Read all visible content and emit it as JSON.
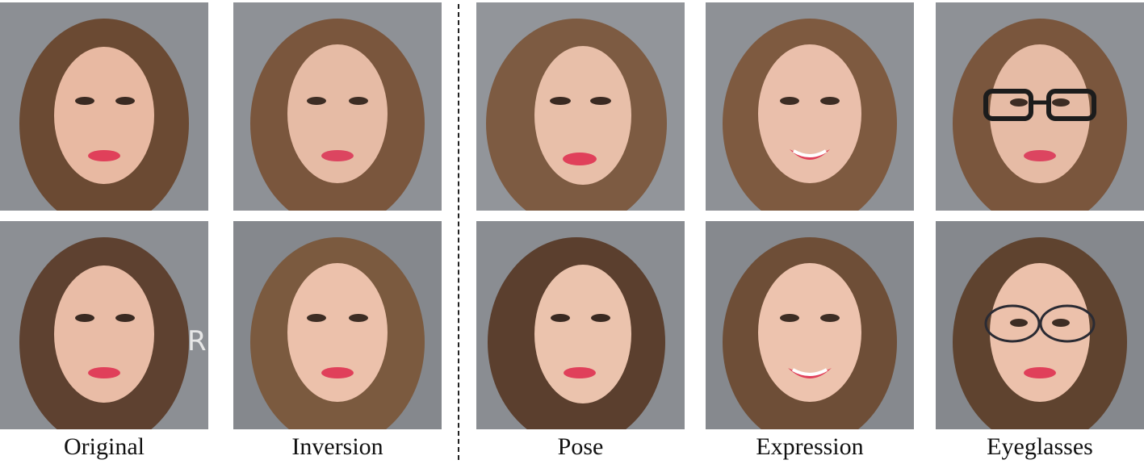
{
  "figure": {
    "columns": [
      {
        "caption": "Original"
      },
      {
        "caption": "Inversion"
      },
      {
        "caption": "Pose"
      },
      {
        "caption": "Expression"
      },
      {
        "caption": "Eyeglasses"
      }
    ]
  },
  "colors": {
    "background": "#ffffff",
    "photo_backdrop": "#8f9297",
    "skin": "#e8b9a2",
    "hair": "#6b4a33",
    "lips": "#e0405a",
    "divider": "#222222"
  }
}
